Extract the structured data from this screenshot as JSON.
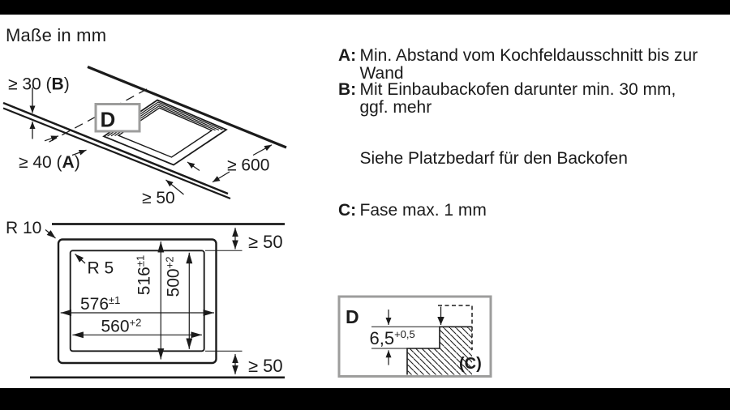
{
  "title": "Maße in mm",
  "colors": {
    "ink": "#1b1b1b",
    "detail_box_border": "#9d9d9c",
    "letterbox": "#000000"
  },
  "iso_view": {
    "dim_worktop_thickness": {
      "prefix": "≥ 30 (",
      "bold": "B",
      "suffix": ")"
    },
    "dim_cutout_to_front": {
      "prefix": "≥ 40 (",
      "bold": "A",
      "suffix": ")"
    },
    "dim_cutout_clearance": "≥ 50",
    "dim_worktop_depth": "≥ 600",
    "detail_marker": "D"
  },
  "plan_view": {
    "radius_outer": "R 10",
    "radius_inner": "R 5",
    "dim_outer_width": {
      "value": "576",
      "sup": "±1"
    },
    "dim_inner_width": {
      "value": "560",
      "sup": "+2"
    },
    "dim_outer_height": {
      "value": "516",
      "sup": "±1"
    },
    "dim_inner_height": {
      "value": "500",
      "sup": "+2"
    },
    "clearance_top": "≥ 50",
    "clearance_bottom": "≥ 50"
  },
  "detail_view": {
    "label": "D",
    "dim_step_depth": {
      "value": "6,5",
      "sup": "+0,5"
    },
    "chamfer_ref": "(C)"
  },
  "notes": [
    {
      "key": "A:",
      "text": "Min. Abstand vom Kochfeldausschnitt bis zur\nWand"
    },
    {
      "key": "B:",
      "text": "Mit Einbaubackofen darunter min. 30 mm,\nggf. mehr"
    },
    {
      "key": "",
      "text": "Siehe Platzbedarf für den Backofen"
    },
    {
      "key": "C:",
      "text": "Fase max. 1 mm"
    }
  ]
}
